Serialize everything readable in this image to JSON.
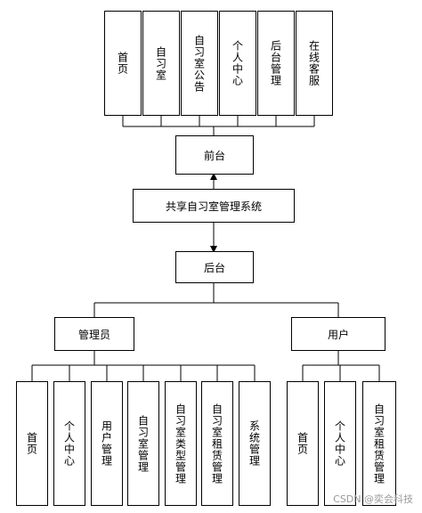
{
  "frontend": {
    "title": "前台",
    "items": [
      "首页",
      "自习室",
      "自习室公告",
      "个人中心",
      "后台管理",
      "在线客服"
    ]
  },
  "system": {
    "title": "共享自习室管理系统"
  },
  "backend": {
    "title": "后台"
  },
  "admin": {
    "title": "管理员",
    "items": [
      "首页",
      "个人中心",
      "用户管理",
      "自习室管理",
      "自习室类型管理",
      "自习室租赁管理",
      "系统管理"
    ]
  },
  "user": {
    "title": "用户",
    "items": [
      "首页",
      "个人中心",
      "自习室租赁管理"
    ]
  },
  "watermark": "CSDN @奕会科技"
}
